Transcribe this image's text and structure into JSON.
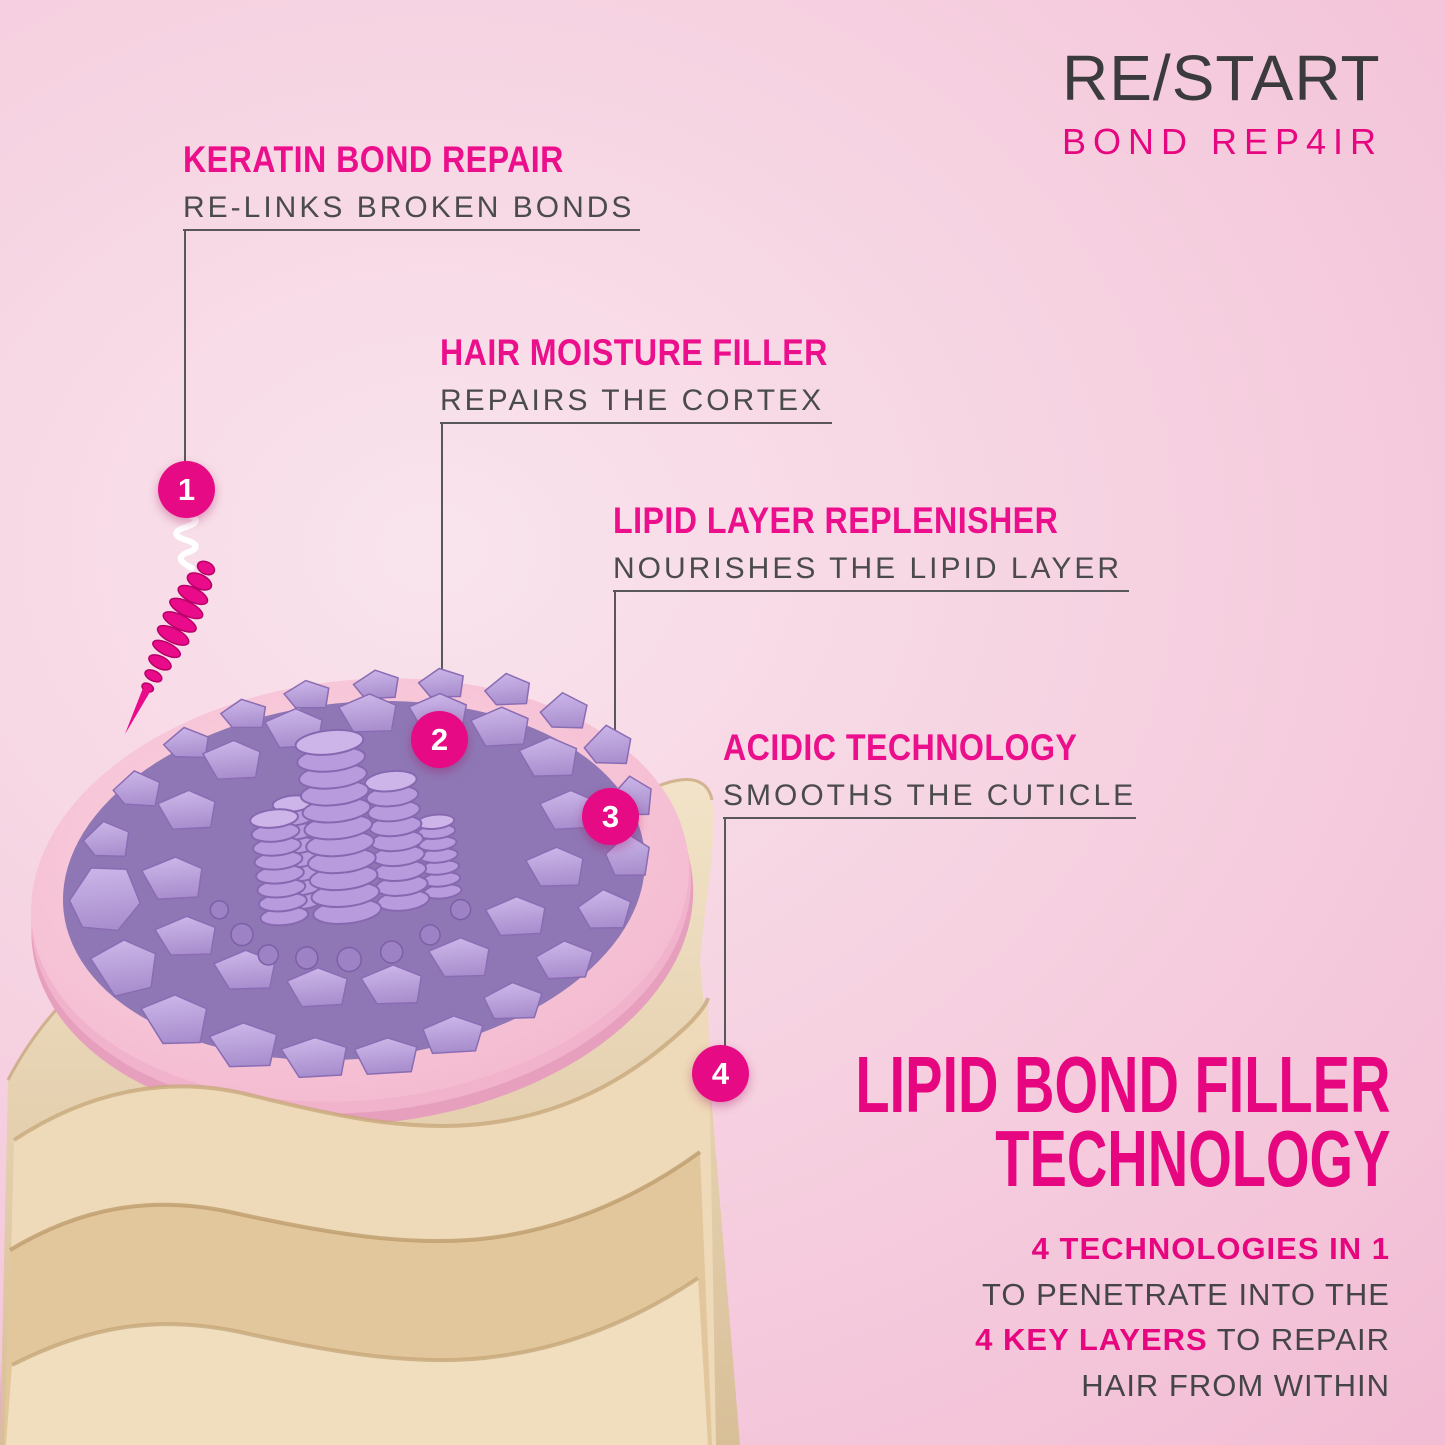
{
  "logo": {
    "brand": "RE/START",
    "product": "BOND REP4IR"
  },
  "callouts": [
    {
      "number": "1",
      "title": "KERATIN BOND REPAIR",
      "subtitle": "RE-LINKS BROKEN BONDS"
    },
    {
      "number": "2",
      "title": "HAIR MOISTURE FILLER",
      "subtitle": "REPAIRS THE CORTEX"
    },
    {
      "number": "3",
      "title": "LIPID LAYER REPLENISHER",
      "subtitle": "NOURISHES THE LIPID LAYER"
    },
    {
      "number": "4",
      "title": "ACIDIC TECHNOLOGY",
      "subtitle": "SMOOTHS THE CUTICLE"
    }
  ],
  "footer": {
    "title_line1": "LIPID BOND FILLER",
    "title_line2": "TECHNOLOGY",
    "line1": "4 TECHNOLOGIES IN 1",
    "line2": "TO PENETRATE INTO THE",
    "line3_accent": "4 KEY LAYERS",
    "line3_rest": " TO REPAIR",
    "line4": "HAIR FROM WITHIN"
  },
  "colors": {
    "accent_magenta": "#e6067f",
    "dark_text": "#3b3b3d",
    "connector_line": "#58585c",
    "cuticle_beige": "#e8d3ae",
    "cortex_purple": "#b99fdc",
    "membrane_pink": "#f8c9da"
  }
}
